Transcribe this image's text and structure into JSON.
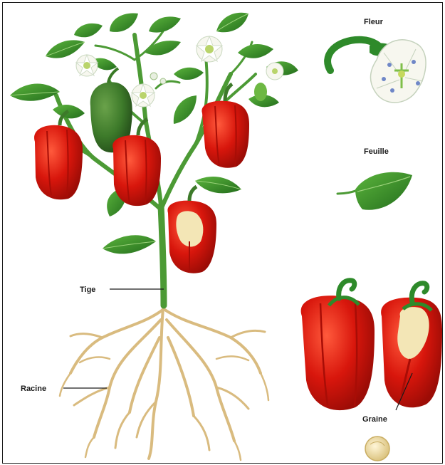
{
  "labels": {
    "fleur": "Fleur",
    "feuille": "Feuille",
    "tige": "Tige",
    "racine": "Racine",
    "graine": "Graine"
  },
  "colors": {
    "pepper_red": "#d8160c",
    "pepper_dark": "#a80d06",
    "leaf_green": "#3f9a2f",
    "leaf_dark": "#236d1c",
    "unripe_green": "#3d7a2a",
    "stem_green": "#4c9a35",
    "root_tan": "#d9bb7f",
    "seed_cream": "#f3e6b6",
    "petal_white": "#f7f7ef"
  }
}
